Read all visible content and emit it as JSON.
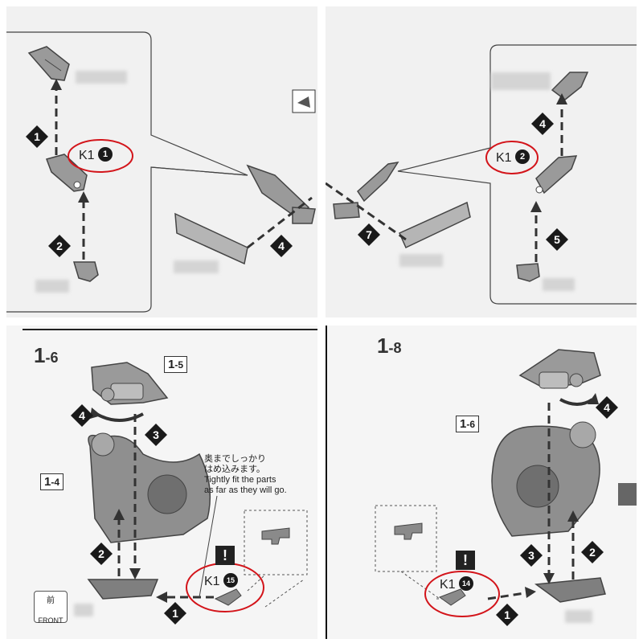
{
  "panel_top_left": {
    "part_label_prefix": "K1",
    "part_number": "1",
    "steps": [
      "1",
      "2",
      "4"
    ]
  },
  "panel_top_right": {
    "part_label_prefix": "K1",
    "part_number": "2",
    "steps": [
      "4",
      "5",
      "7"
    ]
  },
  "panel_bottom_left": {
    "step_major": "1",
    "step_minor": "-6",
    "ref_top": {
      "major": "1",
      "minor": "-5"
    },
    "ref_body": {
      "major": "1",
      "minor": "-4"
    },
    "steps": [
      "4",
      "3",
      "2",
      "1"
    ],
    "note_ja_line1": "奥までしっかり",
    "note_ja_line2": "はめ込みます。",
    "note_en_line1": "Tightly fit the parts",
    "note_en_line2": "as far as they will go.",
    "warning_mark": "!",
    "part_label_prefix": "K1",
    "part_number": "15",
    "front_ja": "前",
    "front_en": "FRONT"
  },
  "panel_bottom_right": {
    "step_major": "1",
    "step_minor": "-8",
    "ref_body": {
      "major": "1",
      "minor": "-6"
    },
    "steps": [
      "4",
      "3",
      "2",
      "1"
    ],
    "warning_mark": "!",
    "part_label_prefix": "K1",
    "part_number": "14"
  },
  "colors": {
    "highlight_ring": "#d3141a",
    "badge": "#1a1a1a",
    "part_fill": "#9a9a9a",
    "part_dark": "#555555"
  }
}
